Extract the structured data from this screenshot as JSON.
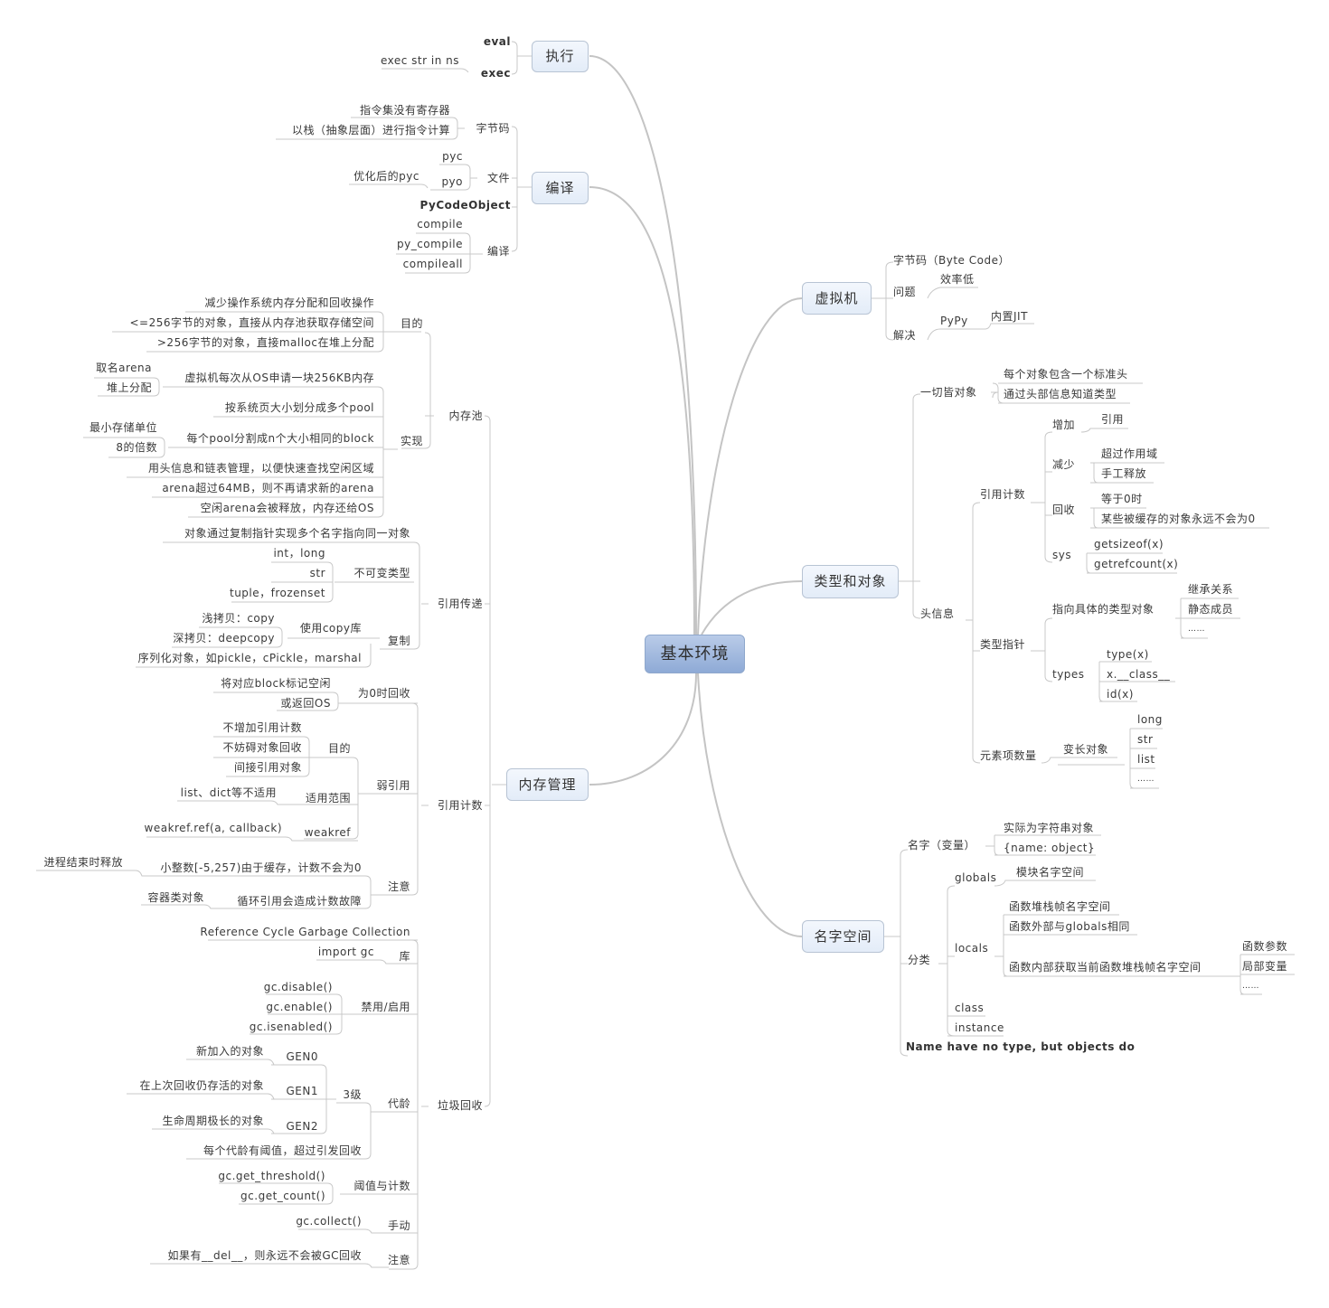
{
  "root": "基本环境",
  "left": {
    "exec": {
      "title": "执行",
      "eval": "eval",
      "exec": "exec",
      "exec_detail": "exec str in ns"
    },
    "compile": {
      "title": "编译",
      "bytecode": {
        "label": "字节码",
        "items": [
          "指令集没有寄存器",
          "以栈（抽象层面）进行指令计算"
        ]
      },
      "file": {
        "label": "文件",
        "pyc": "pyc",
        "pyo": "pyo",
        "pyo_detail": "优化后的pyc"
      },
      "pycodeobject": "PyCodeObject",
      "compile_mod": {
        "label": "编译",
        "items": [
          "compile",
          "py_compile",
          "compileall"
        ]
      }
    },
    "memory": {
      "title": "内存管理",
      "pool": {
        "label": "内存池",
        "purpose": {
          "label": "目的",
          "items": [
            "减少操作系统内存分配和回收操作",
            "<=256字节的对象，直接从内存池获取存储空间",
            ">256字节的对象，直接malloc在堆上分配"
          ]
        },
        "impl": {
          "label": "实现",
          "arena": {
            "text": "虚拟机每次从OS申请一块256KB内存",
            "children": [
              "取名arena",
              "堆上分配"
            ]
          },
          "pool_split": "按系统页大小划分成多个pool",
          "block": {
            "text": "每个pool分割成n个大小相同的block",
            "children": [
              "最小存储单位",
              "8的倍数"
            ]
          },
          "others": [
            "用头信息和链表管理，以便快速查找空闲区域",
            "arena超过64MB，则不再请求新的arena",
            "空闲arena会被释放，内存还给OS"
          ]
        }
      },
      "refpass": {
        "label": "引用传递",
        "first": "对象通过复制指针实现多个名字指向同一对象",
        "immutable": {
          "label": "不可变类型",
          "items": [
            "int，long",
            "str",
            "tuple，frozenset"
          ]
        },
        "copy": {
          "label": "复制",
          "copylib": {
            "label": "使用copy库",
            "items": [
              "浅拷贝：copy",
              "深拷贝：deepcopy"
            ]
          },
          "serialize": "序列化对象，如pickle，cPickle，marshal"
        }
      },
      "refcount": {
        "label": "引用计数",
        "zero": {
          "label": "为0时回收",
          "items": [
            "将对应block标记空闲",
            "或返回OS"
          ]
        },
        "weak": {
          "label": "弱引用",
          "purpose": {
            "label": "目的",
            "items": [
              "不增加引用计数",
              "不妨碍对象回收",
              "间接引用对象"
            ]
          },
          "scope": {
            "label": "适用范围",
            "item": "list、dict等不适用"
          },
          "weakref": {
            "label": "weakref",
            "item": "weakref.ref(a, callback)"
          }
        },
        "note": {
          "label": "注意",
          "small_int": {
            "text": "小整数[-5,257)由于缓存，计数不会为0",
            "child": "进程结束时释放"
          },
          "cycle": {
            "text": "循环引用会造成计数故障",
            "child": "容器类对象"
          }
        }
      },
      "gc": {
        "label": "垃圾回收",
        "rcgc": "Reference Cycle Garbage Collection",
        "lib": {
          "label": "库",
          "item": "import gc"
        },
        "toggle": {
          "label": "禁用/启用",
          "items": [
            "gc.disable()",
            "gc.enable()",
            "gc.isenabled()"
          ]
        },
        "gen": {
          "label": "代龄",
          "levels": {
            "label": "3级",
            "items": [
              {
                "name": "GEN0",
                "desc": "新加入的对象"
              },
              {
                "name": "GEN1",
                "desc": "在上次回收仍存活的对象"
              },
              {
                "name": "GEN2",
                "desc": "生命周期极长的对象"
              }
            ]
          },
          "threshold_note": "每个代龄有阈值，超过引发回收"
        },
        "threshold": {
          "label": "阈值与计数",
          "items": [
            "gc.get_threshold()",
            "gc.get_count()"
          ]
        },
        "manual": {
          "label": "手动",
          "item": "gc.collect()"
        },
        "note": {
          "label": "注意",
          "item": "如果有__del__，则永远不会被GC回收"
        }
      }
    }
  },
  "right": {
    "vm": {
      "title": "虚拟机",
      "bytecode": "字节码（Byte Code）",
      "problem": {
        "label": "问题",
        "item": "效率低"
      },
      "solution": {
        "label": "解决",
        "pypy": "PyPy",
        "jit": "内置JIT"
      }
    },
    "types": {
      "title": "类型和对象",
      "everything": {
        "label": "一切皆对象",
        "items": [
          "每个对象包含一个标准头",
          "通过头部信息知道类型"
        ]
      },
      "header": {
        "label": "头信息",
        "refcount": {
          "label": "引用计数",
          "inc": {
            "label": "增加",
            "items": [
              "引用"
            ]
          },
          "dec": {
            "label": "减少",
            "items": [
              "超过作用域",
              "手工释放"
            ]
          },
          "reclaim": {
            "label": "回收",
            "items": [
              "等于0时",
              "某些被缓存的对象永远不会为0"
            ]
          },
          "sys": {
            "label": "sys",
            "items": [
              "getsizeof(x)",
              "getrefcount(x)"
            ]
          }
        },
        "typeptr": {
          "label": "类型指针",
          "points": {
            "label": "指向具体的类型对象",
            "items": [
              "继承关系",
              "静态成员",
              "……"
            ]
          },
          "types": {
            "label": "types",
            "items": [
              "type(x)",
              "x.__class__",
              "id(x)"
            ]
          }
        },
        "count": {
          "label": "元素项数量",
          "varlen": {
            "label": "变长对象",
            "items": [
              "long",
              "str",
              "list",
              "……"
            ]
          }
        }
      }
    },
    "namespace": {
      "title": "名字空间",
      "name": {
        "label": "名字（变量）",
        "items": [
          "实际为字符串对象",
          "{name: object}"
        ]
      },
      "category": {
        "label": "分类",
        "globals": {
          "label": "globals",
          "item": "模块名字空间"
        },
        "locals": {
          "label": "locals",
          "items": [
            "函数堆栈帧名字空间",
            "函数外部与globals相同"
          ],
          "inner": {
            "label": "函数内部获取当前函数堆栈帧名字空间",
            "items": [
              "函数参数",
              "局部变量",
              "……"
            ]
          }
        },
        "class": "class",
        "instance": "instance"
      },
      "note": "Name have no type, but objects do"
    }
  },
  "colors": {
    "line": "#c8c8c8",
    "main_line": "#bdbdbd",
    "node_bg": "#e8effa",
    "root_bg": "#9fb7df"
  }
}
